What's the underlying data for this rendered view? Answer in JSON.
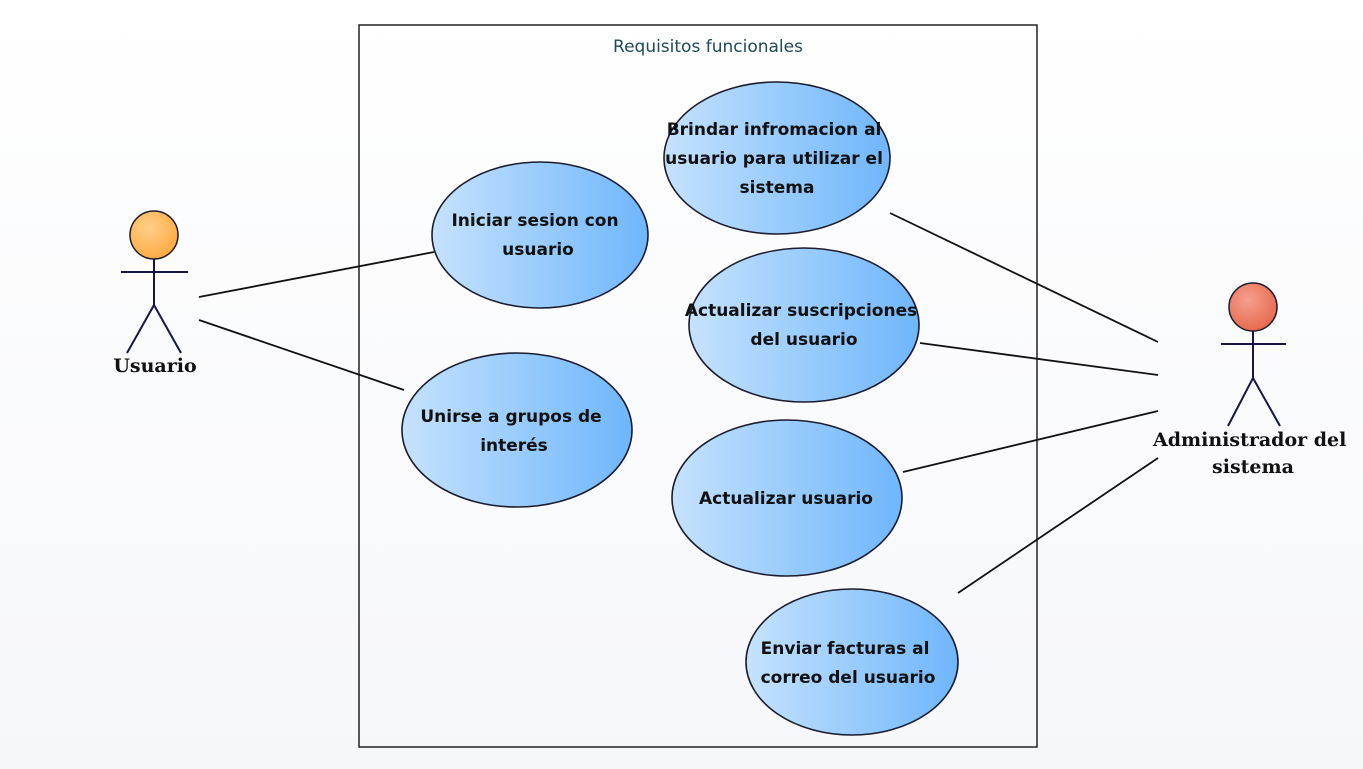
{
  "diagram": {
    "boundary_title": "Requisitos funcionales",
    "actors": [
      {
        "id": "usuario",
        "lines": [
          "Usuario"
        ],
        "head_color": "#ffa83e"
      },
      {
        "id": "admin",
        "lines": [
          "Administrador del",
          "sistema"
        ],
        "head_color": "#e8664b"
      }
    ],
    "use_cases": [
      {
        "id": "uc1",
        "lines": [
          "Brindar infromacion al",
          "usuario para utilizar el",
          "sistema"
        ]
      },
      {
        "id": "uc2",
        "lines": [
          "Iniciar sesion con",
          "usuario"
        ]
      },
      {
        "id": "uc3",
        "lines": [
          "Actualizar suscripciones",
          "del usuario"
        ]
      },
      {
        "id": "uc4",
        "lines": [
          "Unirse a grupos de",
          "interés"
        ]
      },
      {
        "id": "uc5",
        "lines": [
          "Actualizar usuario"
        ]
      },
      {
        "id": "uc6",
        "lines": [
          "Enviar facturas al",
          "correo del usuario"
        ]
      }
    ],
    "associations": [
      {
        "actor": "usuario",
        "use_case": "uc2"
      },
      {
        "actor": "usuario",
        "use_case": "uc4"
      },
      {
        "actor": "admin",
        "use_case": "uc1"
      },
      {
        "actor": "admin",
        "use_case": "uc3"
      },
      {
        "actor": "admin",
        "use_case": "uc5"
      },
      {
        "actor": "admin",
        "use_case": "uc6"
      }
    ],
    "colors": {
      "use_case_fill_light": "#c5e2fd",
      "use_case_fill_dark": "#6fb6fc",
      "boundary_title": "#1f4a57"
    }
  }
}
